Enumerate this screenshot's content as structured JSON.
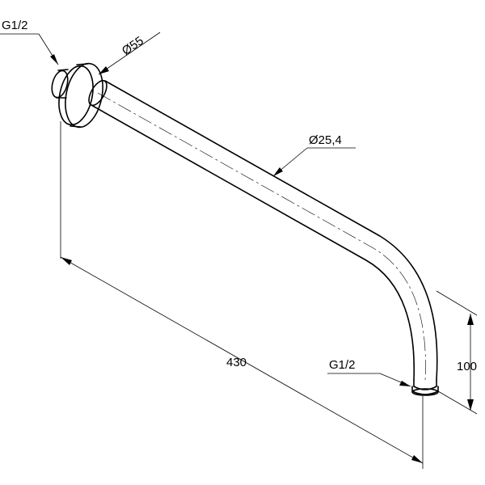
{
  "labels": {
    "thread_top": "G1/2",
    "flange_diameter": "Ø55",
    "tube_diameter": "Ø25,4",
    "length": "430",
    "thread_bottom": "G1/2",
    "drop": "100"
  },
  "colors": {
    "line": "#000000",
    "background": "#ffffff"
  }
}
